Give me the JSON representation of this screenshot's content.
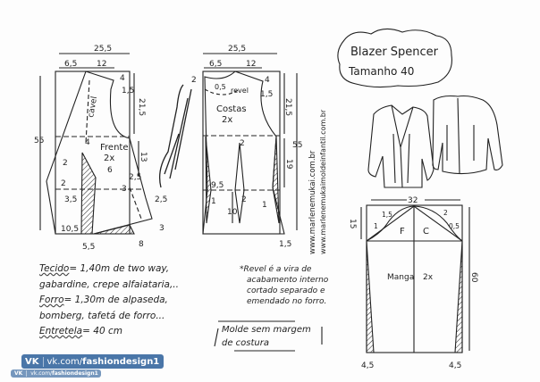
{
  "title": {
    "line1": "Blazer Spencer",
    "line2": "Tamanho 40"
  },
  "front": {
    "label": "Frente",
    "count": "2x",
    "cavel": "cavel",
    "dims": {
      "width": "25,5",
      "shoulder_left": "6,5",
      "shoulder_right": "12",
      "height": "55",
      "armhole": "21,5",
      "side": "13",
      "drop": "4",
      "curve": "1,5",
      "lapel": "2",
      "lapel_h": "2",
      "waist_offset": "3,5",
      "dart": "6",
      "dart_top": "4",
      "side_in": "2,5",
      "waist": "3",
      "hem_curve": "2,5",
      "hem_drop": "3",
      "hem_width": "8",
      "hem_left": "10,5",
      "dart_base": "5,5"
    }
  },
  "back": {
    "label": "Costas",
    "count": "2x",
    "revel": "revel",
    "dims": {
      "width": "25,5",
      "shoulder_left": "6,5",
      "shoulder_right": "12",
      "neck": "2",
      "neck_depth": "0,5",
      "drop": "4",
      "curve": "1,5",
      "armhole": "21,5",
      "height": "55",
      "side": "19",
      "dart_pos": "9,5",
      "dart_len": "10",
      "dart_w": "2",
      "dart_top": "2",
      "side_in_left": "1",
      "side_in_right": "1",
      "hem_ext": "1,5"
    }
  },
  "sleeve": {
    "label": "Manga",
    "count": "2x",
    "front": "F",
    "back": "C",
    "dims": {
      "width": "32",
      "cap": "15",
      "length": "60",
      "cap_f": "1,5",
      "cap_f2": "1",
      "cap_c": "2",
      "cap_c2": "0,5",
      "hem_left": "4,5",
      "hem_right": "4,5"
    }
  },
  "watermarks": [
    "www.marlenemukai.com.br",
    "www.marlenemukaimoldeinfantil.com.br"
  ],
  "materials": {
    "tecido_label": "Tecido",
    "tecido": "= 1,40m de two way,",
    "tecido2": "gabardine, crepe alfaiataria,..",
    "forro_label": "Forro",
    "forro": "= 1,30m de alpaseda,",
    "forro2": "bomberg, tafetá de forro...",
    "entretela_label": "Entretela",
    "entretela": "= 40 cm"
  },
  "revel_note": [
    "*Revel é a vira de",
    "acabamento interno",
    "cortado separado e",
    "emendado no forro."
  ],
  "molde_note": [
    "Molde sem margem",
    "de costura"
  ],
  "vk": {
    "logo": "VK",
    "url_prefix": "vk.com/",
    "url_name": "fashiondesign1"
  }
}
